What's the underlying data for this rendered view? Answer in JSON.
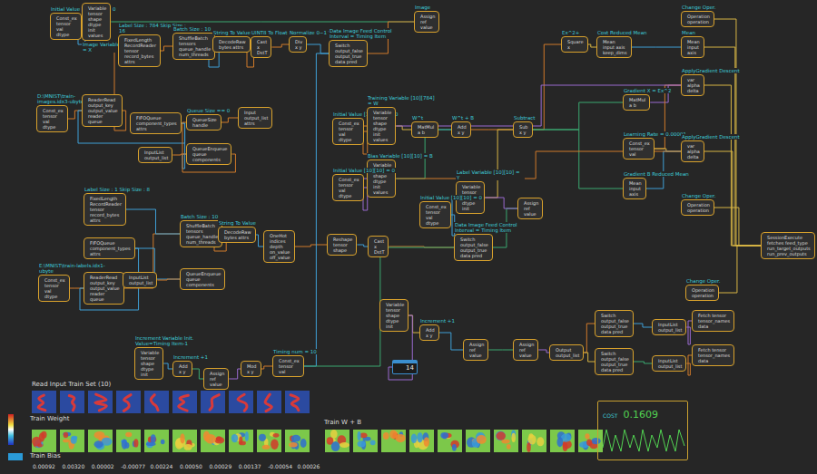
{
  "diagram": {
    "nodes": [
      {
        "text": [
          "Initial Value [10][784] = 0",
          "Const_ex tensor val dtype"
        ]
      },
      {
        "text": [
          "Image Variable [10][784] = X",
          "Variable tensor shape dtype init values"
        ]
      },
      {
        "text": [
          "Label Size : 784 Skip Size : 16",
          "FixedLength RecordReader tensor record_bytes attrs"
        ]
      },
      {
        "text": [
          "Batch Size : 10",
          "ShuffleBatch tensors queue_handle num_threads"
        ]
      },
      {
        "text": [
          "String To Value",
          "DecodeRaw bytes attrs"
        ]
      },
      {
        "text": [
          "UINT8 To Float",
          "Cast x DstT"
        ]
      },
      {
        "text": [
          "Normalize 0~1 Value",
          "Div x y"
        ]
      },
      {
        "text": [
          "Data Image Feed Control Interval = Timing Item",
          "Switch output_false output_true data pred"
        ]
      },
      {
        "text": [
          "Image",
          "Assign ref value"
        ]
      },
      {
        "text": [
          "Ex^2+",
          "Square x"
        ]
      },
      {
        "text": [
          "Cost Reduced Mean",
          "Mean input axis keep_dims"
        ]
      },
      {
        "text": [
          "Change Oper.",
          "Operation operation"
        ]
      },
      {
        "text": [
          "Mean",
          "Mean input axis"
        ]
      },
      {
        "text": [
          "ApplyGradient Descent",
          "var alpha delta"
        ]
      },
      {
        "text": [
          "D:\\MNIST\\train-images.idx3-ubyte",
          "Const_ex tensor val dtype"
        ]
      },
      {
        "text": [
          "ReaderRead output_key output_value reader queue"
        ]
      },
      {
        "text": [
          "FIFOQueue component_types attrs"
        ]
      },
      {
        "text": [
          "Queue Size == 0",
          "QueueSize handle"
        ]
      },
      {
        "text": [
          "Input output_list attrs"
        ]
      },
      {
        "text": [
          "InputList output_list"
        ]
      },
      {
        "text": [
          "QueueEnqueue queue components"
        ]
      },
      {
        "text": [
          "Initial Value [10][784] = 0",
          "Const_ex tensor val dtype"
        ]
      },
      {
        "text": [
          "Training Variable [10][784] = W",
          "Variable tensor shape dtype init values"
        ]
      },
      {
        "text": [
          "W^t",
          "MatMul a b"
        ]
      },
      {
        "text": [
          "W^t + B",
          "Add x y"
        ]
      },
      {
        "text": [
          "Subtract",
          "Sub x y"
        ]
      },
      {
        "text": [
          "Bias Variable [10][10] = B",
          "Variable tensor shape dtype init values"
        ]
      },
      {
        "text": [
          "Initial Value [10][10] = 0",
          "Const_ex tensor val dtype"
        ]
      },
      {
        "text": [
          "Label Variable [10][10] = Y",
          "Variable tensor shape dtype init"
        ]
      },
      {
        "text": [
          "Initial Value [10][10] = 0",
          "Const_ex tensor val dtype"
        ]
      },
      {
        "text": [
          "Assign ref value"
        ]
      },
      {
        "text": [
          "Data Image Feed Control Interval = Timing Item",
          "Switch output_false output_true data pred"
        ]
      },
      {
        "text": [
          "Gradient X = Ex^2",
          "MatMul a b"
        ]
      },
      {
        "text": [
          "Learning Rate = 0.00001",
          "Const_ex tensor val"
        ]
      },
      {
        "text": [
          "ApplyGradient Descent",
          "var alpha delta"
        ]
      },
      {
        "text": [
          "Gradient B Reduced Mean",
          "Mean input axis"
        ]
      },
      {
        "text": [
          "Change Oper.",
          "Operation operation"
        ]
      },
      {
        "text": [
          "SessionExecute fetches feed_type run_target_outputs run_prev_outputs"
        ]
      },
      {
        "text": [
          "Label Size : 1 Skip Size : 8",
          "FixedLength RecordReader tensor record_bytes attrs"
        ]
      },
      {
        "text": [
          "FIFOQueue component_types attrs"
        ]
      },
      {
        "text": [
          "E:\\MNIST\\train-labels.idx1-ubyte",
          "Const_ex tensor val dtype"
        ]
      },
      {
        "text": [
          "ReaderRead output_key output_value reader queue"
        ]
      },
      {
        "text": [
          "InputList output_list"
        ]
      },
      {
        "text": [
          "Batch Size : 10",
          "ShuffleBatch tensors queue_handle num_threads"
        ]
      },
      {
        "text": [
          "String To Value",
          "DecodeRaw bytes attrs"
        ]
      },
      {
        "text": [
          "OneHot indices depth on_value off_value"
        ]
      },
      {
        "text": [
          "QueueEnqueue queue components"
        ]
      },
      {
        "text": [
          "Reshape tensor shape"
        ]
      },
      {
        "text": [
          "Cast x DstT"
        ]
      },
      {
        "text": [
          "Change Oper.",
          "Operation operation"
        ]
      },
      {
        "text": [
          "Increment Variable Init. Value=Timing Item-1",
          "Variable tensor shape dtype init"
        ]
      },
      {
        "text": [
          "Increment +1",
          "Add x y"
        ]
      },
      {
        "text": [
          "Assign ref value"
        ]
      },
      {
        "text": [
          "Mod x y"
        ]
      },
      {
        "text": [
          "Timing num = 10",
          "Const_ex tensor val"
        ]
      },
      {
        "text": [
          "Variable tensor shape dtype init"
        ]
      },
      {
        "text": [
          "Increment +1",
          "Add x y"
        ]
      },
      {
        "text": [
          "Assign ref value"
        ]
      },
      {
        "text": [
          "Assign ref value"
        ]
      },
      {
        "text": [
          "Output output_list"
        ]
      },
      {
        "text": [
          "Switch output_false output_true data pred"
        ]
      },
      {
        "text": [
          "Switch output_false output_true data pred"
        ]
      },
      {
        "text": [
          "InputList output_list"
        ]
      },
      {
        "text": [
          "InputList output_list"
        ]
      },
      {
        "text": [
          "Fetch tensor tensor_names data"
        ]
      },
      {
        "text": [
          "Fetch tensor tensor_names data"
        ]
      },
      {
        "text": [
          "14"
        ]
      },
      {
        "text": [
          "COST",
          "0.1609"
        ]
      }
    ],
    "edges": [
      {
        "from": 0,
        "to": 1,
        "arrow": "none"
      },
      {
        "from": 1,
        "to": 8,
        "arrow": "none"
      },
      {
        "from": 14,
        "to": 15,
        "arrow": "none"
      },
      {
        "from": 16,
        "to": 15,
        "arrow": "none"
      },
      {
        "from": 15,
        "to": 2,
        "arrow": "none"
      },
      {
        "from": 2,
        "to": 3,
        "arrow": "none"
      },
      {
        "from": 3,
        "to": 4,
        "arrow": "none"
      },
      {
        "from": 4,
        "to": 5,
        "arrow": "none"
      },
      {
        "from": 5,
        "to": 6,
        "arrow": "none"
      },
      {
        "from": 6,
        "to": 7,
        "arrow": "none"
      },
      {
        "from": 7,
        "to": 8,
        "arrow": "none"
      },
      {
        "from": 17,
        "to": 18,
        "arrow": "none"
      },
      {
        "from": 16,
        "to": 20,
        "arrow": "none"
      },
      {
        "from": 19,
        "to": 20,
        "arrow": "none"
      },
      {
        "from": 20,
        "to": 17,
        "arrow": "none"
      },
      {
        "from": 21,
        "to": 22,
        "arrow": "none"
      },
      {
        "from": 22,
        "to": 23,
        "arrow": "none"
      },
      {
        "from": 23,
        "to": 24,
        "arrow": "none"
      },
      {
        "from": 26,
        "to": 24,
        "arrow": "none"
      },
      {
        "from": 27,
        "to": 26,
        "arrow": "none"
      },
      {
        "from": 24,
        "to": 25,
        "arrow": "none"
      },
      {
        "from": 28,
        "to": 25,
        "arrow": "none"
      },
      {
        "from": 29,
        "to": 28,
        "arrow": "none"
      },
      {
        "from": 31,
        "to": 30,
        "arrow": "none"
      },
      {
        "from": 28,
        "to": 30,
        "arrow": "none"
      },
      {
        "from": 25,
        "to": 9,
        "arrow": "none"
      },
      {
        "from": 9,
        "to": 10,
        "arrow": "none"
      },
      {
        "from": 10,
        "to": 12,
        "arrow": "none"
      },
      {
        "from": 25,
        "to": 32,
        "arrow": "none"
      },
      {
        "from": 32,
        "to": 13,
        "arrow": "none"
      },
      {
        "from": 33,
        "to": 13,
        "arrow": "none"
      },
      {
        "from": 33,
        "to": 34,
        "arrow": "none"
      },
      {
        "from": 35,
        "to": 34,
        "arrow": "none"
      },
      {
        "from": 25,
        "to": 35,
        "arrow": "none"
      },
      {
        "from": 22,
        "to": 13,
        "arrow": "none"
      },
      {
        "from": 26,
        "to": 34,
        "arrow": "none"
      },
      {
        "from": 40,
        "to": 41,
        "arrow": "none"
      },
      {
        "from": 39,
        "to": 41,
        "arrow": "none"
      },
      {
        "from": 41,
        "to": 43,
        "arrow": "none"
      },
      {
        "from": 38,
        "to": 43,
        "arrow": "none"
      },
      {
        "from": 43,
        "to": 44,
        "arrow": "none"
      },
      {
        "from": 44,
        "to": 45,
        "arrow": "none"
      },
      {
        "from": 45,
        "to": 47,
        "arrow": "none"
      },
      {
        "from": 47,
        "to": 48,
        "arrow": "none"
      },
      {
        "from": 48,
        "to": 31,
        "arrow": "none"
      },
      {
        "from": 39,
        "to": 46,
        "arrow": "none"
      },
      {
        "from": 42,
        "to": 46,
        "arrow": "none"
      },
      {
        "from": 50,
        "to": 51,
        "arrow": "none"
      },
      {
        "from": 51,
        "to": 52,
        "arrow": "none"
      },
      {
        "from": 52,
        "to": 53,
        "arrow": "none"
      },
      {
        "from": 53,
        "to": 54,
        "arrow": "none"
      },
      {
        "from": 55,
        "to": 56,
        "arrow": "none"
      },
      {
        "from": 56,
        "to": 57,
        "arrow": "none"
      },
      {
        "from": 57,
        "to": 58,
        "arrow": "none"
      },
      {
        "from": 58,
        "to": 59,
        "arrow": "none"
      },
      {
        "from": 59,
        "to": 60,
        "arrow": "none"
      },
      {
        "from": 59,
        "to": 61,
        "arrow": "none"
      },
      {
        "from": 60,
        "to": 62,
        "arrow": "none"
      },
      {
        "from": 61,
        "to": 63,
        "arrow": "none"
      },
      {
        "from": 62,
        "to": 64,
        "arrow": "none"
      },
      {
        "from": 63,
        "to": 65,
        "arrow": "none"
      },
      {
        "from": 13,
        "to": 37,
        "arrow": "none"
      },
      {
        "from": 34,
        "to": 37,
        "arrow": "none"
      },
      {
        "from": 36,
        "to": 37,
        "arrow": "none"
      },
      {
        "from": 12,
        "to": 37,
        "arrow": "none"
      },
      {
        "from": 49,
        "to": 37,
        "arrow": "none"
      },
      {
        "from": 11,
        "to": 37,
        "arrow": "none"
      },
      {
        "from": 54,
        "to": 7,
        "arrow": "none"
      },
      {
        "from": 54,
        "to": 31,
        "arrow": "none"
      },
      {
        "from": 55,
        "to": 66,
        "arrow": "none"
      }
    ],
    "labels": [
      "Read Input Train Set (10)",
      "Train Weight",
      "Train W + B",
      "Train Bias",
      "0.00092",
      "0.00320",
      "0.00002",
      "-0.00077",
      "0.00224",
      "0.00050",
      "0.00029",
      "0.00137",
      "-0.00054",
      "0.00026"
    ]
  }
}
